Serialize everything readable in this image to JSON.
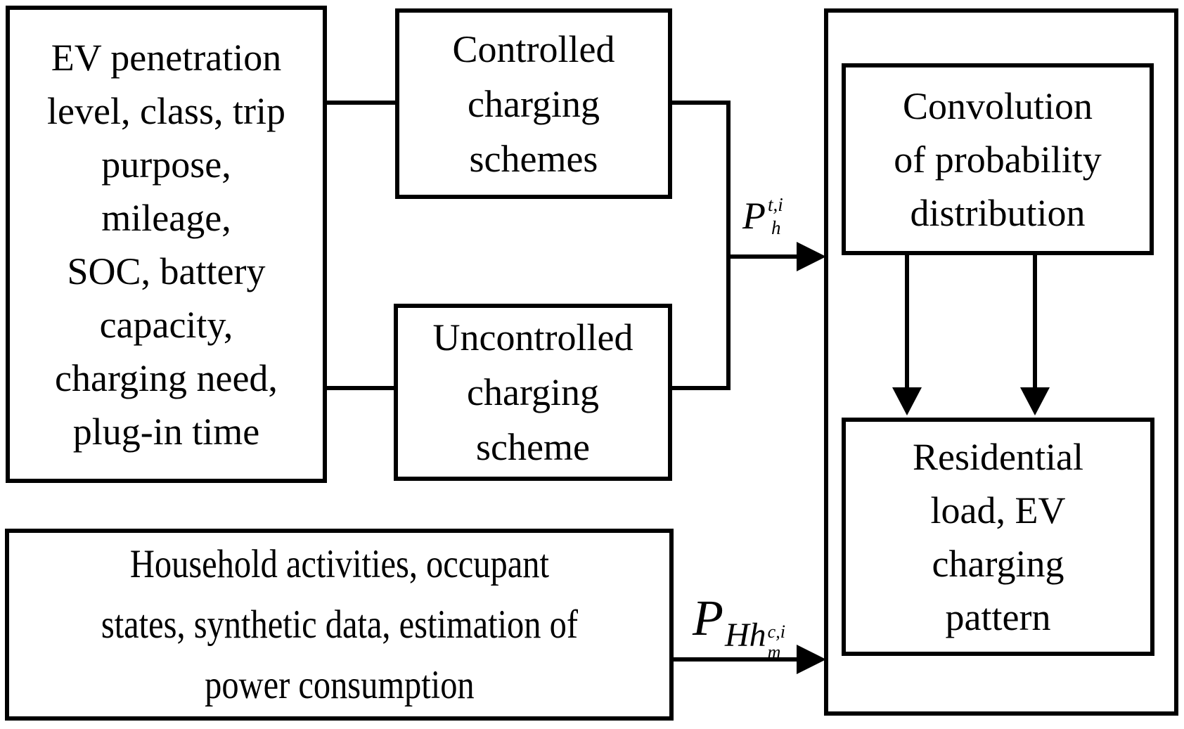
{
  "colors": {
    "ink": "#000000",
    "paper": "#ffffff"
  },
  "boxes": {
    "ev_inputs": "EV penetration\nlevel, class, trip\npurpose,\nmileage,\nSOC, battery\ncapacity,\ncharging need,\nplug-in time",
    "controlled": "Controlled\ncharging\nschemes",
    "uncontrolled": "Uncontrolled\ncharging\nscheme",
    "convolution": "Convolution\nof probability\ndistribution",
    "residential": "Residential\nload, EV\ncharging\npattern",
    "household": "Household activities, occupant\nstates, synthetic data, estimation of\npower consumption"
  },
  "formulas": {
    "ph": {
      "base": "P",
      "sup": "t,i",
      "sub": "h"
    },
    "phh": {
      "base": "P",
      "sub_main": "Hh",
      "sub_sup": "c,i",
      "sub_sub": "m"
    }
  }
}
